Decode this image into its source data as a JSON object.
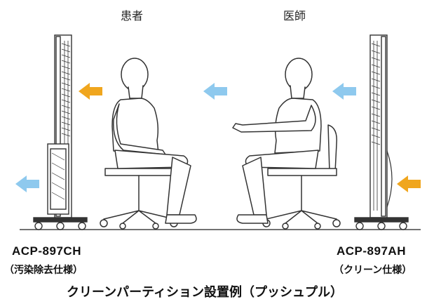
{
  "roles": {
    "patient": "患者",
    "doctor": "医師"
  },
  "left_unit": {
    "model": "ACP-897CH",
    "spec": "（汚染除去仕様）"
  },
  "right_unit": {
    "model": "ACP-897AH",
    "spec": "（クリーン仕様）"
  },
  "caption": "クリーンパーティション設置例（プッシュプル）",
  "colors": {
    "airflow_clean": "#8ec9ee",
    "airflow_exhaust": "#f0a61e",
    "line": "#333333"
  }
}
